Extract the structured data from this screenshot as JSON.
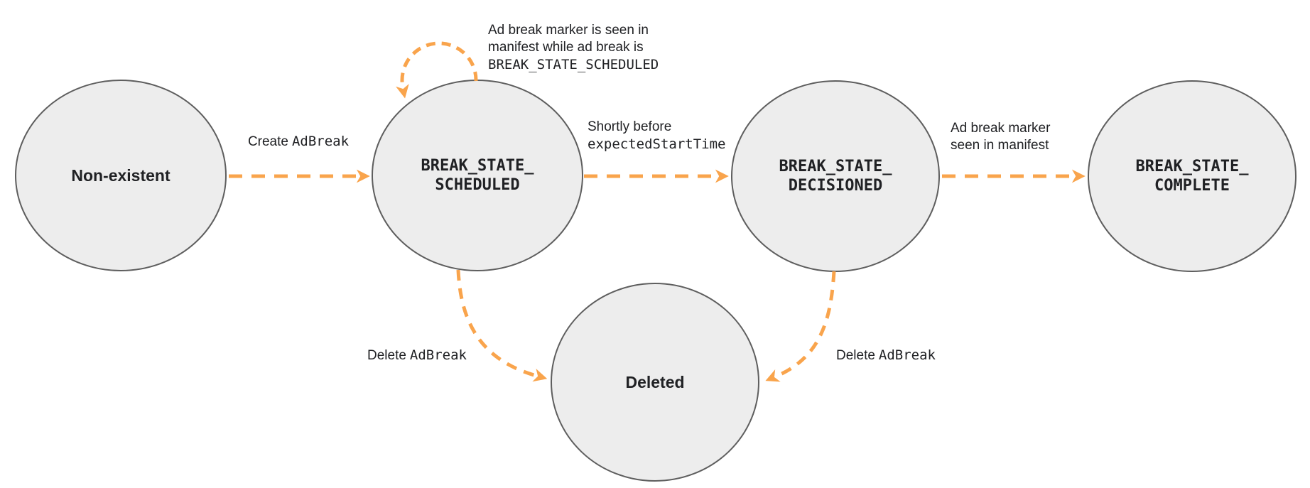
{
  "colors": {
    "arrow": "#F9A44C",
    "state_fill": "#EDEDED",
    "state_stroke": "#5E5E5E",
    "text": "#202124",
    "background": "#FFFFFF"
  },
  "states": {
    "non_existent": {
      "label": "Non-existent"
    },
    "scheduled": {
      "label_line1": "BREAK_STATE_",
      "label_line2": "SCHEDULED"
    },
    "decisioned": {
      "label_line1": "BREAK_STATE_",
      "label_line2": "DECISIONED"
    },
    "complete": {
      "label_line1": "BREAK_STATE_",
      "label_line2": "COMPLETE"
    },
    "deleted": {
      "label": "Deleted"
    }
  },
  "transitions": {
    "create": {
      "text": "Create",
      "code": "AdBreak"
    },
    "self_loop": {
      "line1": "Ad break marker is seen in",
      "line2": "manifest while ad break is",
      "line3_code": "BREAK_STATE_SCHEDULED"
    },
    "shortly_before": {
      "line1": "Shortly before",
      "line2_code": "expectedStartTime"
    },
    "marker_seen": {
      "line1": "Ad break marker",
      "line2": "seen in manifest"
    },
    "delete_from_scheduled": {
      "text": "Delete",
      "code": "AdBreak"
    },
    "delete_from_decisioned": {
      "text": "Delete",
      "code": "AdBreak"
    }
  }
}
